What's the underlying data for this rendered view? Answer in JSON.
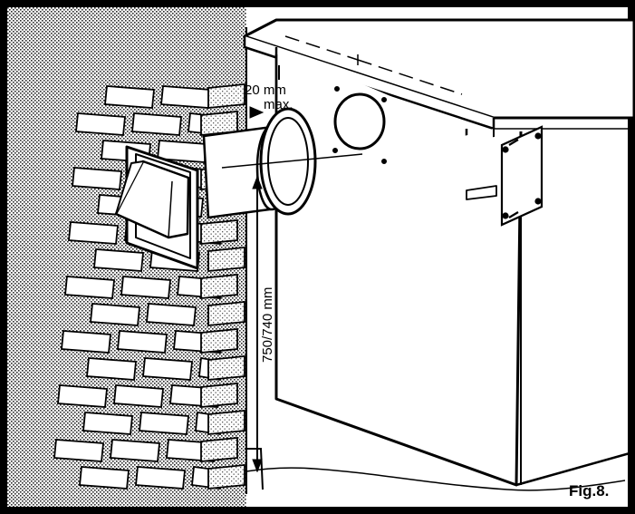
{
  "labels": {
    "clearance_value": "20 mm",
    "clearance_qualifier": "max.",
    "height_dimension": "750/740 mm",
    "figure_caption": "Fig.8."
  },
  "colors": {
    "ink": "#000000",
    "paper": "#ffffff",
    "brick_stipple": "#9a9a9a"
  }
}
